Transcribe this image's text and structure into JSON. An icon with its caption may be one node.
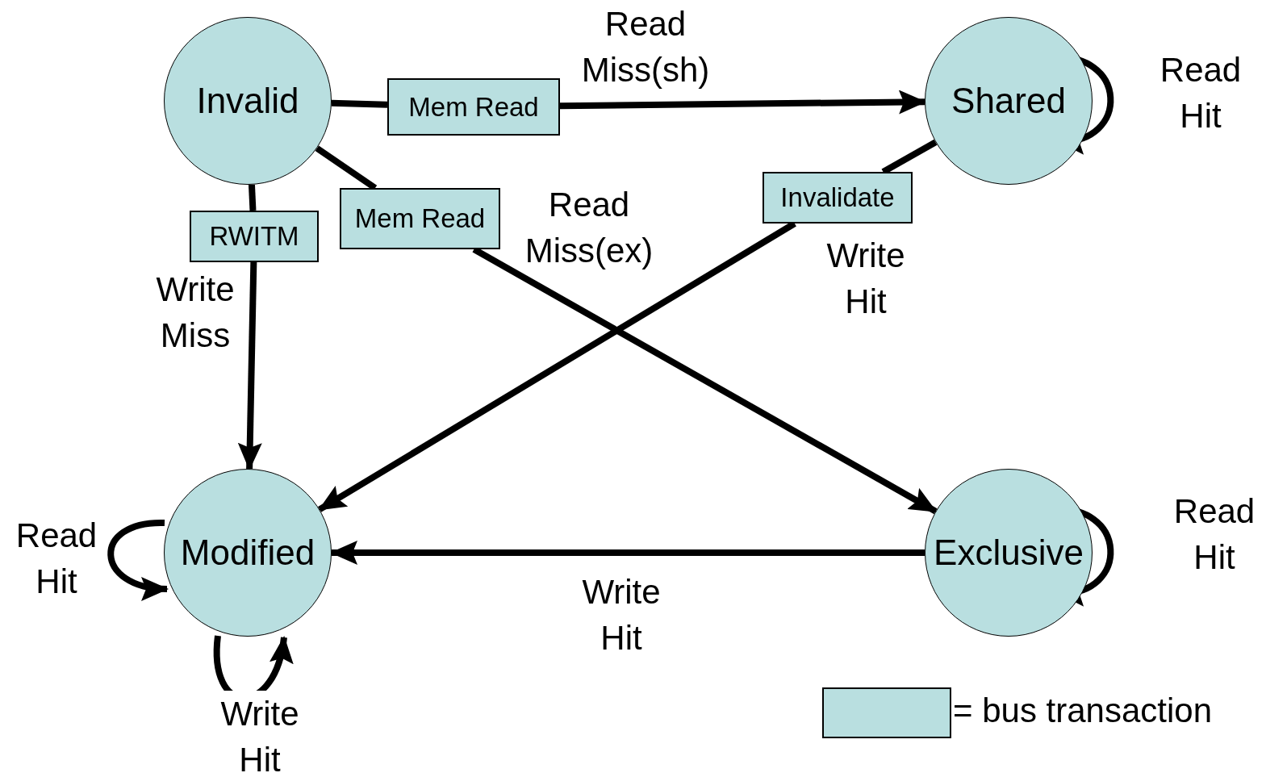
{
  "diagram": {
    "nodes": [
      {
        "text": [
          "Invalid"
        ]
      },
      {
        "text": [
          "Shared"
        ]
      },
      {
        "text": [
          "Modified"
        ]
      },
      {
        "text": [
          "Exclusive"
        ]
      },
      {
        "text": [
          "Mem Read"
        ]
      },
      {
        "text": [
          "RWITM"
        ]
      },
      {
        "text": [
          "Mem Read"
        ]
      },
      {
        "text": [
          "Invalidate"
        ]
      }
    ],
    "edges": [
      {
        "from": 0,
        "to": 4,
        "arrow": "none"
      },
      {
        "from": 4,
        "to": 1,
        "arrow": "to",
        "label": "Read Miss(sh)"
      },
      {
        "from": 1,
        "to": 1,
        "arrow": "to",
        "label": "Read Hit"
      },
      {
        "from": 0,
        "to": 5,
        "arrow": "none"
      },
      {
        "from": 5,
        "to": 2,
        "arrow": "to",
        "label": "Write Miss"
      },
      {
        "from": 0,
        "to": 6,
        "arrow": "none"
      },
      {
        "from": 6,
        "to": 3,
        "arrow": "to",
        "label": "Read Miss(ex)"
      },
      {
        "from": 1,
        "to": 7,
        "arrow": "none"
      },
      {
        "from": 7,
        "to": 2,
        "arrow": "to",
        "label": "Write Hit"
      },
      {
        "from": 2,
        "to": 2,
        "arrow": "to",
        "label": "Read Hit"
      },
      {
        "from": 3,
        "to": 3,
        "arrow": "to",
        "label": "Read Hit"
      },
      {
        "from": 3,
        "to": 2,
        "arrow": "to",
        "label": "Write Hit"
      },
      {
        "from": 2,
        "to": 2,
        "arrow": "to",
        "label": "Write Hit"
      }
    ],
    "legend": [
      {
        "text": "= bus transaction",
        "color": "#b9dfe0"
      }
    ]
  }
}
